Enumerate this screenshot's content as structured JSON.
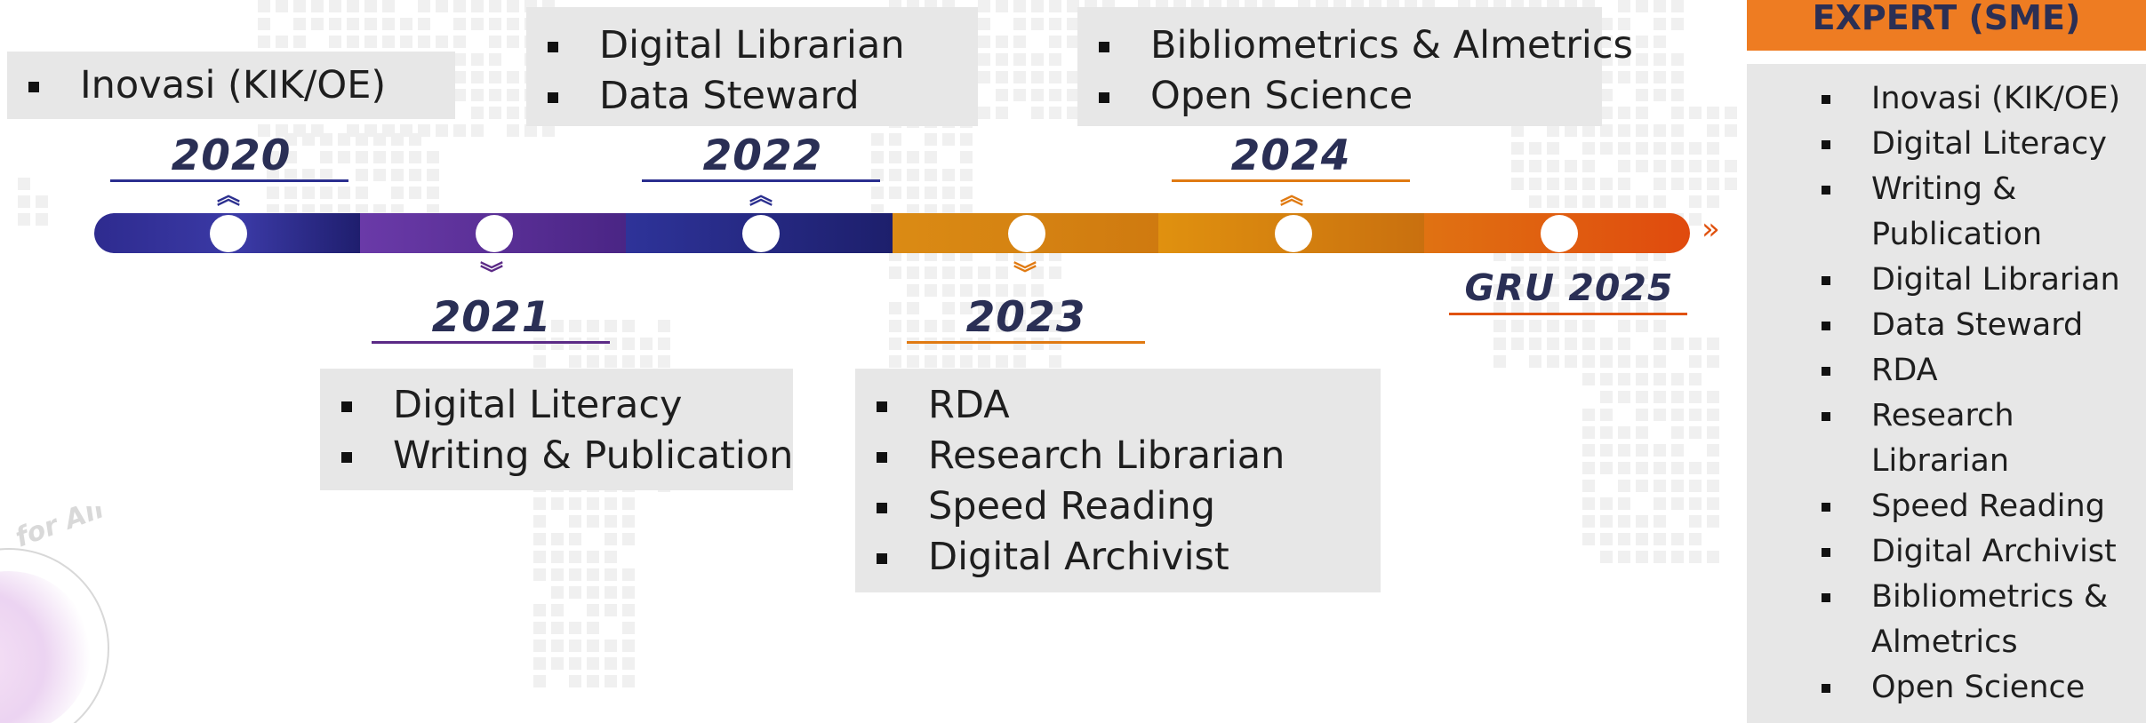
{
  "years": {
    "y2020": "2020",
    "y2021": "2021",
    "y2022": "2022",
    "y2023": "2023",
    "y2024": "2024",
    "y2025": "GRU 2025"
  },
  "boxes": {
    "b2020": [
      "Inovasi (KIK/OE)"
    ],
    "b2021": [
      "Digital Literacy",
      "Writing & Publication"
    ],
    "b2022": [
      "Digital Librarian",
      "Data Steward"
    ],
    "b2023": [
      "RDA",
      "Research Librarian",
      "Speed Reading",
      "Digital Archivist"
    ],
    "b2024": [
      "Bibliometrics & Almetrics",
      "Open Science"
    ]
  },
  "sme": {
    "header": "EXPERT (SME)",
    "items": [
      "Inovasi (KIK/OE)",
      "Digital Literacy",
      "Writing & Publication",
      "Digital Librarian",
      "Data Steward",
      "RDA",
      "Research Librarian",
      "Speed Reading",
      "Digital Archivist",
      "Bibliometrics & Almetrics",
      "Open Science"
    ]
  },
  "arrow_glyph": "»",
  "logo_text": "for All | LIBRARY | PERPUSTAKAAN TUN ABDUL RAZAK",
  "colors": {
    "navy": "#2b2f8f",
    "purple": "#5b2a86",
    "orange": "#e07a12",
    "deep_orange": "#e0520f",
    "year_text": "#2a2f55",
    "sme_header": "#ee7c22",
    "box_bg": "#e7e7e7"
  }
}
